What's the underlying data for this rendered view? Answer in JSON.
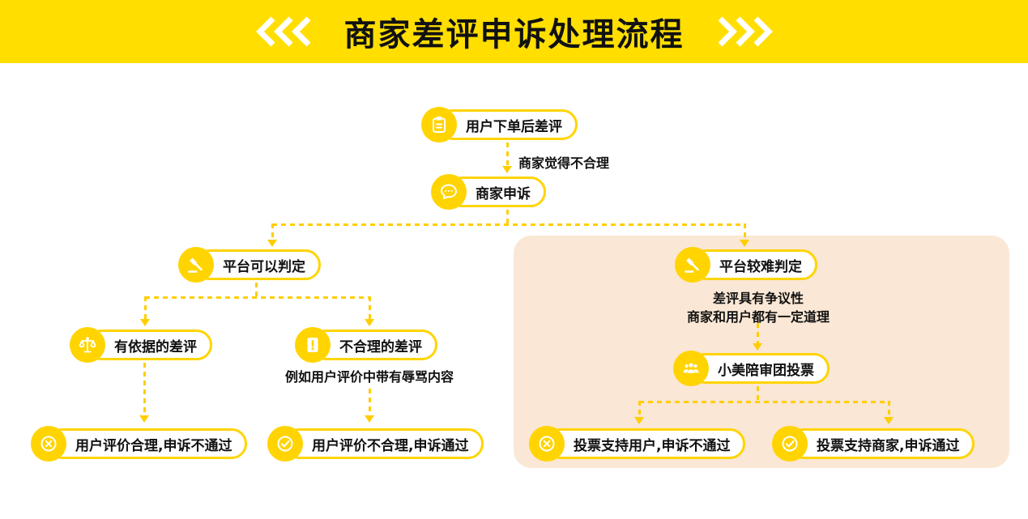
{
  "header": {
    "title": "商家差评申诉处理流程",
    "left_chevrons_icon": "chevrons-left",
    "right_chevrons_icon": "chevrons-right"
  },
  "colors": {
    "header_yellow": "#FFDE00",
    "accent_yellow": "#FFD400",
    "panel_peach": "#FAE7D5",
    "text": "#111111",
    "icon_white": "#FFFFFF"
  },
  "flow": {
    "start": {
      "label": "用户下单后差评",
      "icon": "clipboard-icon"
    },
    "edge_label": "商家觉得不合理",
    "appeal": {
      "label": "商家申诉",
      "icon": "chat-bubble-icon"
    },
    "left": {
      "decidable": {
        "label": "平台可以判定",
        "icon": "gavel-icon"
      },
      "justified": {
        "label": "有依据的差评",
        "icon": "scales-icon"
      },
      "unreasonable": {
        "label": "不合理的差评",
        "icon": "exclamation-icon"
      },
      "unreasonable_note": "例如用户评价中带有辱骂内容",
      "outcome_reject": {
        "label": "用户评价合理,申诉不通过",
        "icon": "cross-circle-icon"
      },
      "outcome_approve": {
        "label": "用户评价不合理,申诉通过",
        "icon": "check-circle-icon"
      }
    },
    "right": {
      "hard": {
        "label": "平台较难判定",
        "icon": "gavel-icon"
      },
      "note_line1": "差评具有争议性",
      "note_line2": "商家和用户都有一定道理",
      "jury": {
        "label": "小美陪审团投票",
        "icon": "jury-group-icon"
      },
      "vote_user": {
        "label": "投票支持用户,申诉不通过",
        "icon": "cross-circle-icon"
      },
      "vote_merchant": {
        "label": "投票支持商家,申诉通过",
        "icon": "check-circle-icon"
      }
    }
  }
}
